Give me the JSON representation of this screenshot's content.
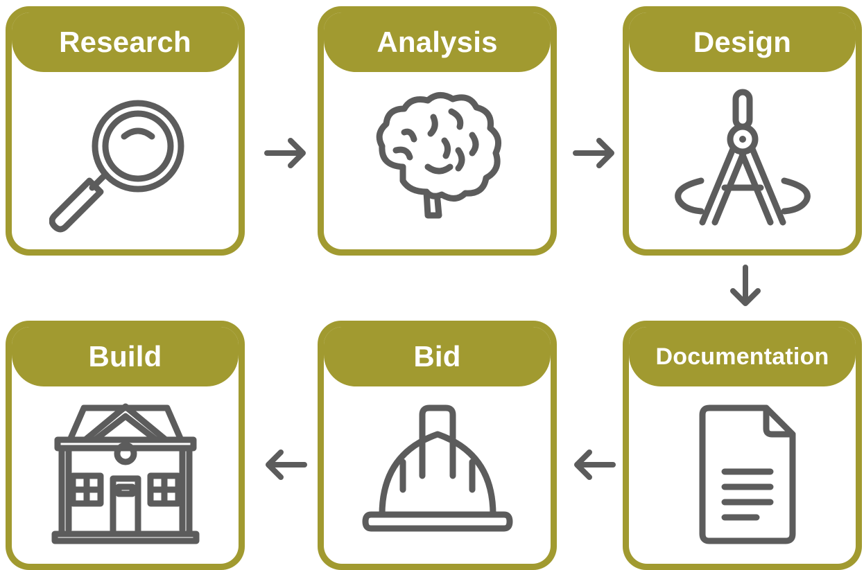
{
  "colors": {
    "accent": "#a19a30",
    "icon": "#5c5c5c",
    "background": "#ffffff"
  },
  "steps": [
    {
      "label": "Research",
      "icon": "magnifying-glass-icon"
    },
    {
      "label": "Analysis",
      "icon": "brain-icon"
    },
    {
      "label": "Design",
      "icon": "compass-icon"
    },
    {
      "label": "Documentation",
      "icon": "document-icon"
    },
    {
      "label": "Bid",
      "icon": "hard-hat-icon"
    },
    {
      "label": "Build",
      "icon": "house-icon"
    }
  ],
  "arrows": [
    {
      "direction": "right",
      "icon": "arrow-right-icon"
    },
    {
      "direction": "right",
      "icon": "arrow-right-icon"
    },
    {
      "direction": "down",
      "icon": "arrow-down-icon"
    },
    {
      "direction": "left",
      "icon": "arrow-left-icon"
    },
    {
      "direction": "left",
      "icon": "arrow-left-icon"
    }
  ]
}
